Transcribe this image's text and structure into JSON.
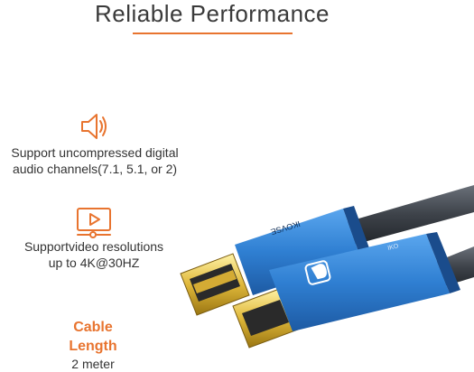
{
  "header": {
    "title": "Reliable Performance"
  },
  "features": [
    {
      "icon": "speaker-icon",
      "line1": "Support uncompressed digital",
      "line2": "audio channels(7.1, 5.1, or 2)"
    },
    {
      "icon": "video-play-icon",
      "line1": "Supportvideo resolutions",
      "line2": "up to 4K@30HZ"
    }
  ],
  "cable_length": {
    "label_line1": "Cable",
    "label_line2": "Length",
    "value": "2 meter"
  },
  "product": {
    "hdmi_brand": "IKOVSE",
    "dp_brand": "IKO"
  },
  "colors": {
    "accent": "#e8742f",
    "connector_blue": "#2f7fd2",
    "cable": "#3d4249"
  }
}
